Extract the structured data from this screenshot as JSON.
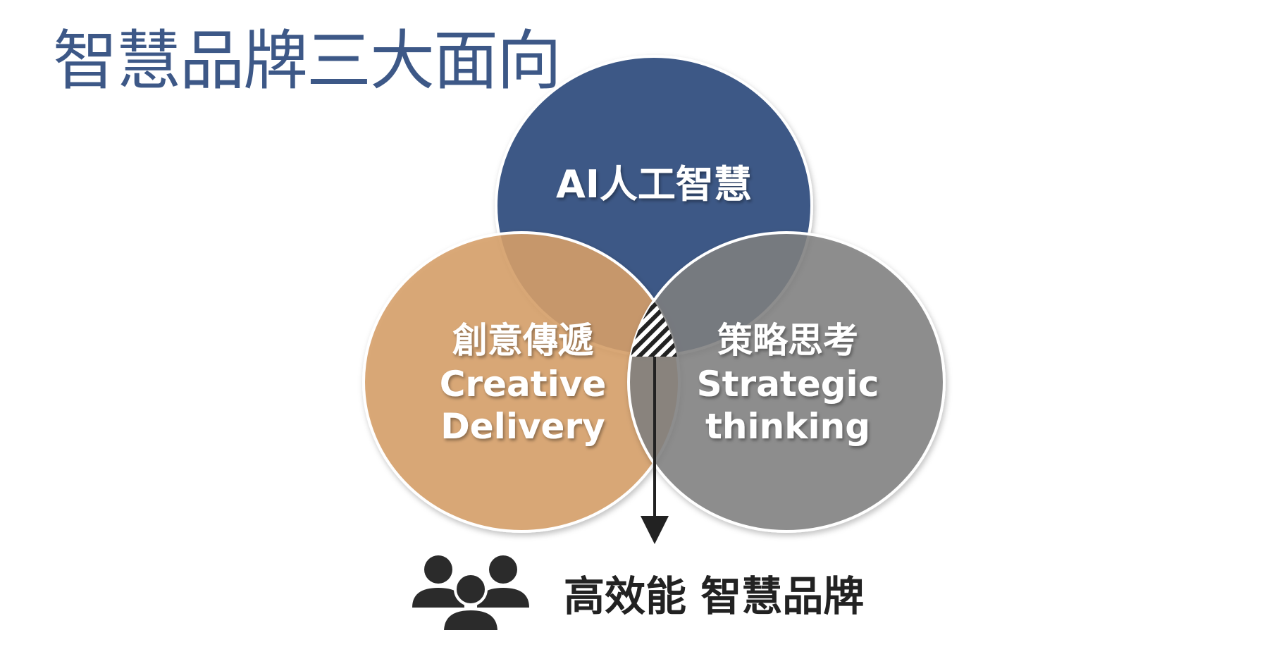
{
  "title": "智慧品牌三大面向",
  "circles": {
    "ai": {
      "label": "AI人工智慧",
      "color": "#3d5886"
    },
    "creative": {
      "label_zh": "創意傳遞",
      "label_en_line1": "Creative",
      "label_en_line2": "Delivery",
      "color": "#d7a06a"
    },
    "strategic": {
      "label_zh": "策略思考",
      "label_en_line1": "Strategic",
      "label_en_line2": "thinking",
      "color": "#8c8c8c"
    }
  },
  "result": {
    "icon": "people-group-icon",
    "label": "高效能 智慧品牌"
  }
}
